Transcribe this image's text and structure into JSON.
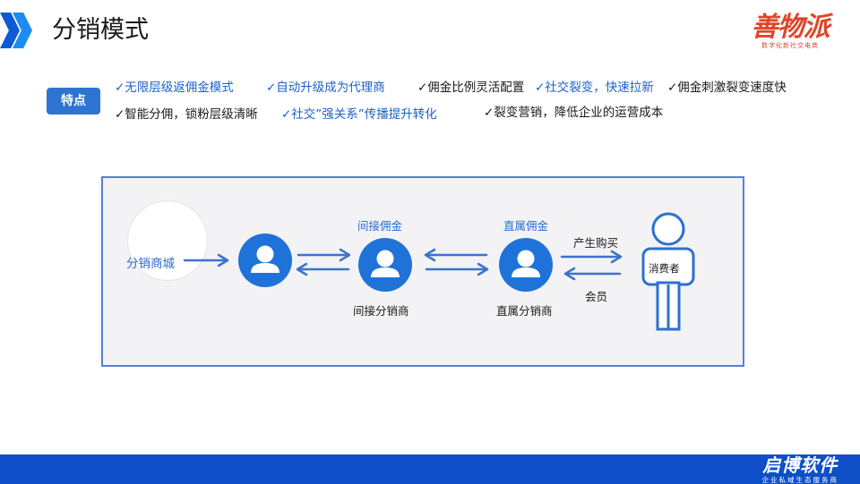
{
  "header": {
    "title": "分销模式",
    "brand_name": "善物派",
    "brand_tagline": "数字化新社交电商"
  },
  "features": {
    "badge": "特点",
    "row1": [
      "✓无限层级返佣金模式",
      "✓自动升级成为代理商",
      "✓佣金比例灵活配置",
      "✓社交裂变，快速拉新",
      "✓佣金刺激裂变速度快"
    ],
    "row2": [
      "✓智能分佣，锁粉层级清晰",
      "✓社交”强关系”传播提升转化",
      "✓裂变营销，降低企业的运营成本"
    ]
  },
  "diagram": {
    "mall_label": "分销商城",
    "indirect_top": "间接佣金",
    "direct_top": "直属佣金",
    "indirect_dist": "间接分销商",
    "direct_dist": "直属分销商",
    "purchase": "产生购买",
    "member": "会员",
    "consumer": "消费者"
  },
  "colors": {
    "accent_blue": "#1f73d8",
    "text_blue": "#1c62c8",
    "brand_red": "#e0452a",
    "footer_blue": "#0e4fc7"
  },
  "footer": {
    "company": "启博软件",
    "tagline": "企业私域生态服务商"
  }
}
